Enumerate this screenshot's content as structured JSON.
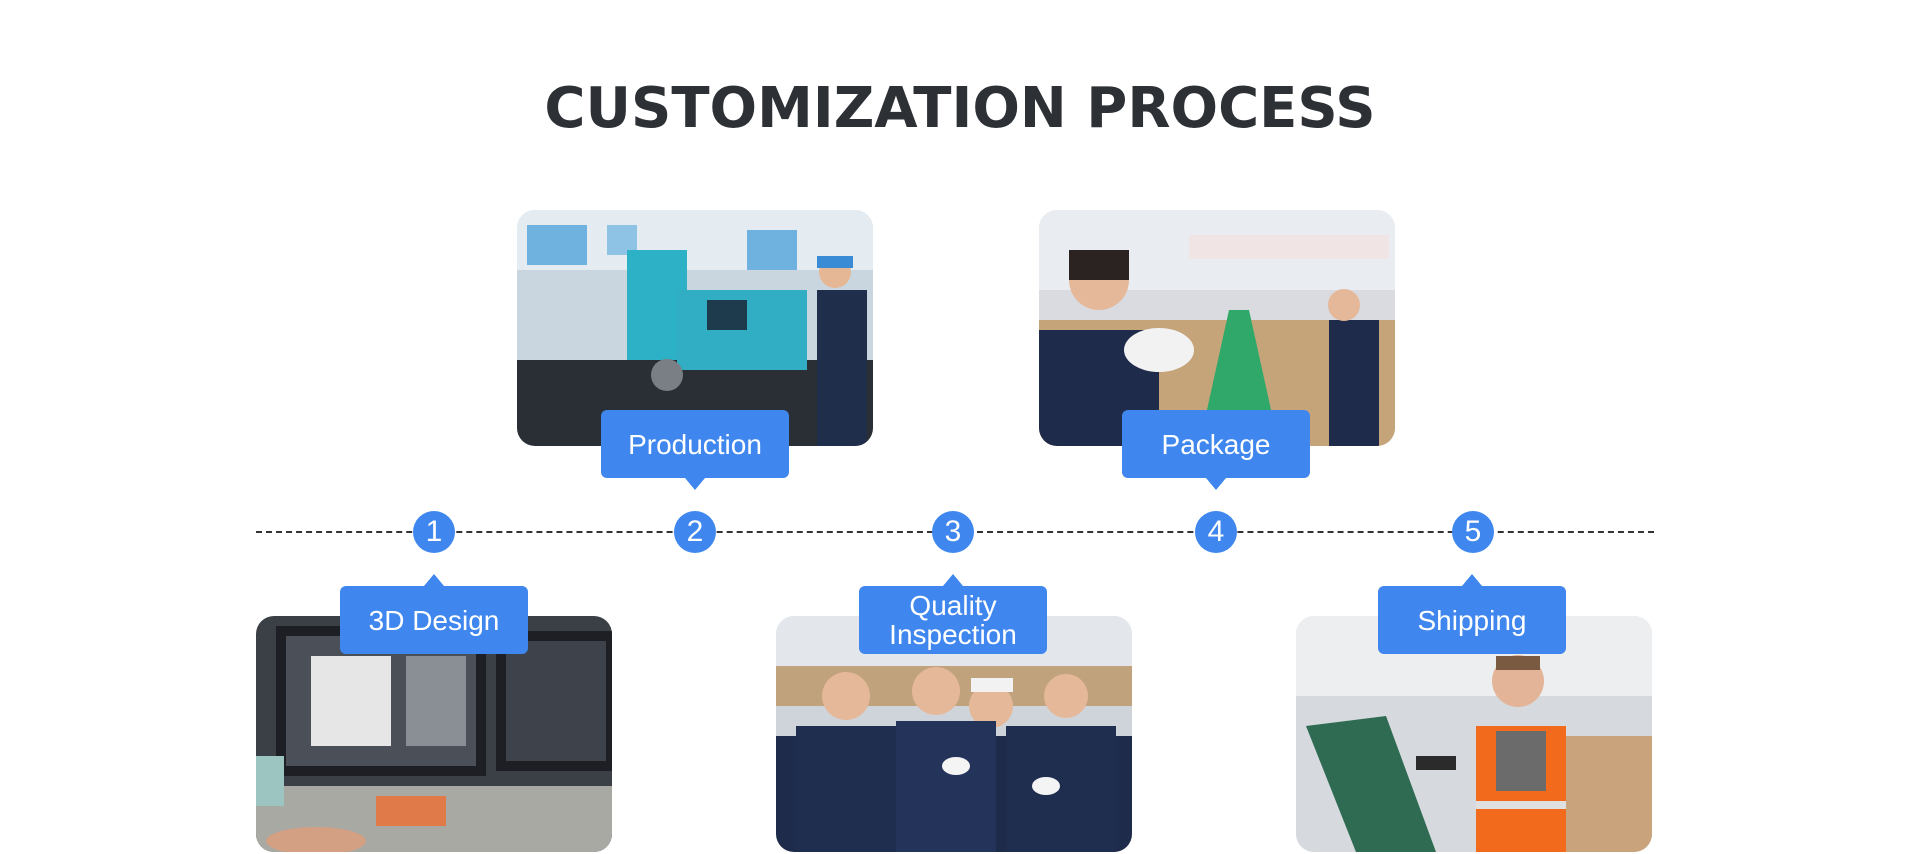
{
  "title": "CUSTOMIZATION PROCESS",
  "steps": [
    {
      "number": "1",
      "label": "3D Design"
    },
    {
      "number": "2",
      "label": "Production"
    },
    {
      "number": "3",
      "label": "Quality Inspection"
    },
    {
      "number": "4",
      "label": "Package"
    },
    {
      "number": "5",
      "label": "Shipping"
    }
  ],
  "colors": {
    "accent": "#3f87ee",
    "title": "#2d3035"
  },
  "images": {
    "step1": "3d-design-workstation-photo",
    "step2": "production-factory-photo",
    "step3": "quality-inspection-team-photo",
    "step4": "packaging-line-photo",
    "step5": "shipping-warehouse-photo"
  }
}
